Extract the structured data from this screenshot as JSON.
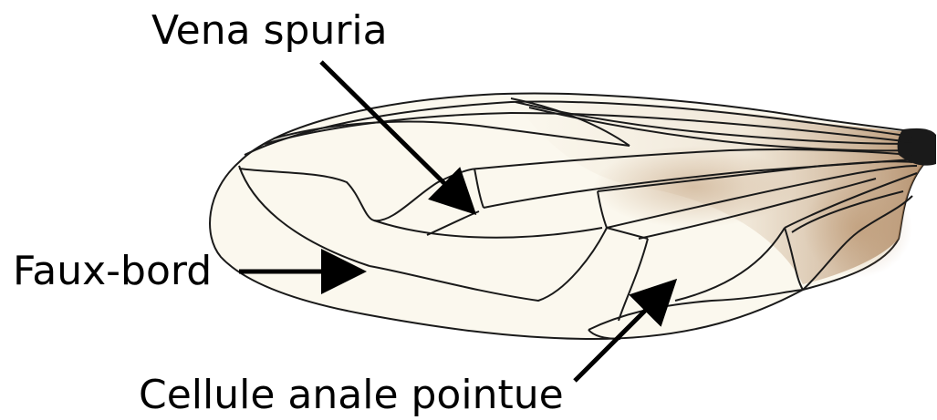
{
  "labels": {
    "vena_spuria": "Vena spuria",
    "faux_bord": "Faux-bord",
    "cellule_anale": "Cellule anale pointue"
  },
  "colors": {
    "membrane": "#fbf8ee",
    "vein": "#1a1a1a",
    "shading": "#b58c63",
    "arrow": "#000000"
  }
}
